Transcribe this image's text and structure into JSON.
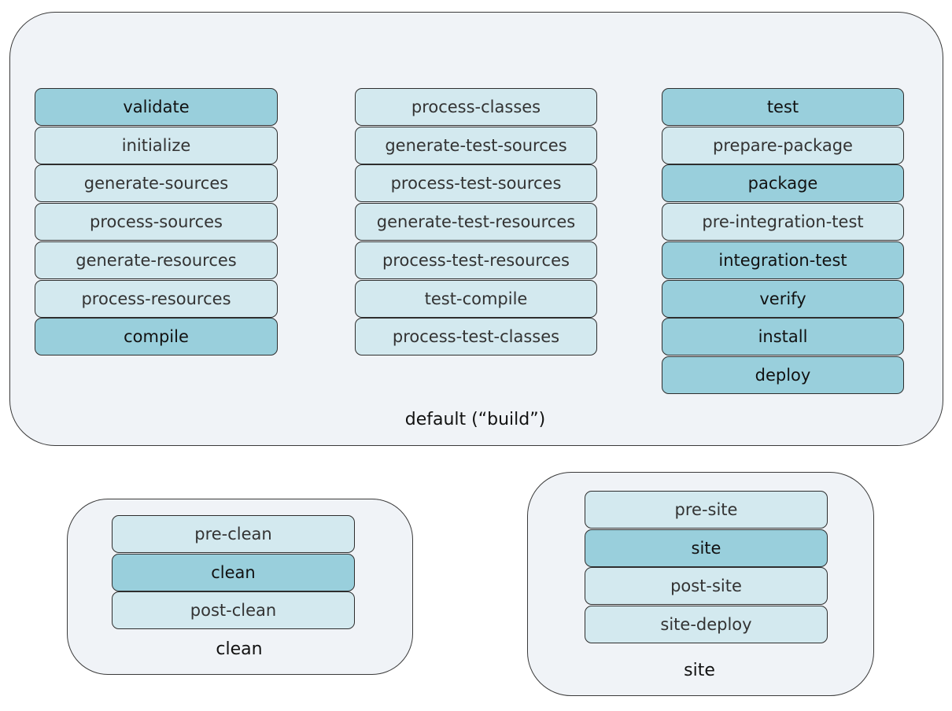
{
  "colors": {
    "panel_fill": "#f0f3f7",
    "phase_light": "#d3e9ef",
    "phase_dark": "#99cfdc",
    "arrow": "#d6d6d6",
    "border": "#2e2e2e"
  },
  "lifecycles": {
    "default": {
      "label": "default (“build”)",
      "columns": [
        [
          {
            "label": "validate",
            "main": true
          },
          {
            "label": "initialize",
            "main": false
          },
          {
            "label": "generate-sources",
            "main": false
          },
          {
            "label": "process-sources",
            "main": false
          },
          {
            "label": "generate-resources",
            "main": false
          },
          {
            "label": "process-resources",
            "main": false
          },
          {
            "label": "compile",
            "main": true
          }
        ],
        [
          {
            "label": "process-classes",
            "main": false
          },
          {
            "label": "generate-test-sources",
            "main": false
          },
          {
            "label": "process-test-sources",
            "main": false
          },
          {
            "label": "generate-test-resources",
            "main": false
          },
          {
            "label": "process-test-resources",
            "main": false
          },
          {
            "label": "test-compile",
            "main": false
          },
          {
            "label": "process-test-classes",
            "main": false
          }
        ],
        [
          {
            "label": "test",
            "main": true
          },
          {
            "label": "prepare-package",
            "main": false
          },
          {
            "label": "package",
            "main": true
          },
          {
            "label": "pre-integration-test",
            "main": false
          },
          {
            "label": "integration-test",
            "main": true
          },
          {
            "label": "verify",
            "main": true
          },
          {
            "label": "install",
            "main": true
          },
          {
            "label": "deploy",
            "main": true
          }
        ]
      ]
    },
    "clean": {
      "label": "clean",
      "phases": [
        {
          "label": "pre-clean",
          "main": false
        },
        {
          "label": "clean",
          "main": true
        },
        {
          "label": "post-clean",
          "main": false
        }
      ]
    },
    "site": {
      "label": "site",
      "phases": [
        {
          "label": "pre-site",
          "main": false
        },
        {
          "label": "site",
          "main": true
        },
        {
          "label": "post-site",
          "main": false
        },
        {
          "label": "site-deploy",
          "main": false
        }
      ]
    }
  }
}
